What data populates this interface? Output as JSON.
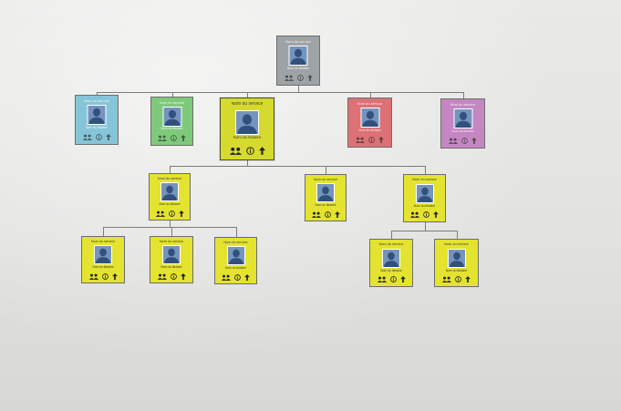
{
  "org_chart": {
    "nodes": [
      {
        "id": "n0",
        "parent": null,
        "title": "Nom du service",
        "role": "Nom du titulaire",
        "color": "#9ea3a6",
        "dim": true
      },
      {
        "id": "n1",
        "parent": "n0",
        "title": "Nom du service",
        "role": "Nom du titulaire",
        "color": "#86c4d8",
        "dim": true
      },
      {
        "id": "n2",
        "parent": "n0",
        "title": "Nom du service",
        "role": "Nom du titulaire",
        "color": "#7fc97b",
        "dim": true
      },
      {
        "id": "n3",
        "parent": "n0",
        "title": "Nom du service",
        "role": "Nom du titulaire",
        "color": "#d6da2f",
        "dim": false,
        "selected": true
      },
      {
        "id": "n4",
        "parent": "n0",
        "title": "Nom du service",
        "role": "Nom du titulaire",
        "color": "#dc7276",
        "dim": true
      },
      {
        "id": "n5",
        "parent": "n0",
        "title": "Nom du service",
        "role": "Nom du titulaire",
        "color": "#c487c3",
        "dim": true
      },
      {
        "id": "n6",
        "parent": "n3",
        "title": "Nom du service",
        "role": "Nom du titulaire",
        "color": "#e4e32f",
        "dim": false
      },
      {
        "id": "n7",
        "parent": "n3",
        "title": "Nom du service",
        "role": "Nom du titulaire",
        "color": "#e4e32f",
        "dim": false
      },
      {
        "id": "n8",
        "parent": "n3",
        "title": "Nom du service",
        "role": "Nom du titulaire",
        "color": "#e4e32f",
        "dim": false
      },
      {
        "id": "n9",
        "parent": "n6",
        "title": "Nom du service",
        "role": "Nom du titulaire",
        "color": "#e4e32f",
        "dim": false
      },
      {
        "id": "n10",
        "parent": "n6",
        "title": "Nom du service",
        "role": "Nom du titulaire",
        "color": "#e4e32f",
        "dim": false
      },
      {
        "id": "n11",
        "parent": "n6",
        "title": "Nom du service",
        "role": "Nom du titulaire",
        "color": "#e4e32f",
        "dim": false
      },
      {
        "id": "n12",
        "parent": "n8",
        "title": "Nom du service",
        "role": "Nom du titulaire",
        "color": "#e4e32f",
        "dim": false
      },
      {
        "id": "n13",
        "parent": "n8",
        "title": "Nom du service",
        "role": "Nom du titulaire",
        "color": "#e4e32f",
        "dim": false
      }
    ],
    "node_icons": [
      "team-icon",
      "info-icon",
      "up-arrow-icon"
    ]
  }
}
